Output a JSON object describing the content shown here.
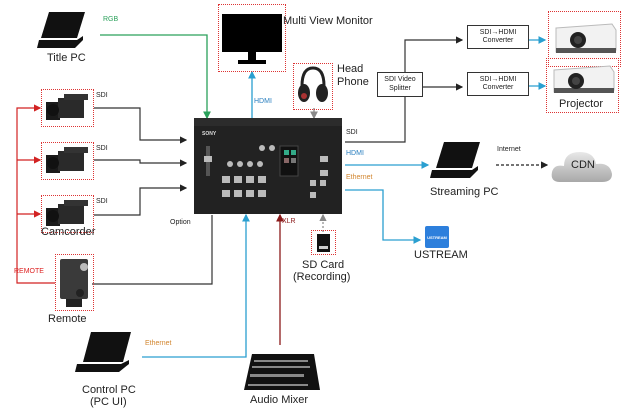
{
  "diagram": {
    "devices": {
      "title_pc": "Title PC",
      "multi_view_monitor": "Multi View Monitor",
      "head_phone_line1": "Head",
      "head_phone_line2": "Phone",
      "sdi_video_splitter_line1": "SDI Video",
      "sdi_video_splitter_line2": "Splitter",
      "converter_1_line1": "SDI→HDMI",
      "converter_1_line2": "Converter",
      "converter_2_line1": "SDI→HDMI",
      "converter_2_line2": "Converter",
      "projector": "Projector",
      "camcorder": "Camcorder",
      "remote": "Remote",
      "streaming_pc": "Streaming PC",
      "cdn": "CDN",
      "ustream": "USTREAM",
      "ustream_logo": "USTREAM",
      "sd_card_line1": "SD Card",
      "sd_card_line2": "(Recording)",
      "control_pc_line1": "Control PC",
      "control_pc_line2": "(PC UI)",
      "audio_mixer": "Audio Mixer",
      "switcher_brand": "SONY"
    },
    "connections": {
      "rgb": "RGB",
      "hdmi_monitor": "HDMI",
      "sdi_cam1": "SDI",
      "sdi_cam2": "SDI",
      "sdi_cam3": "SDI",
      "sdi_out": "SDI",
      "hdmi_out": "HDMI",
      "ethernet_out": "Ethernet",
      "internet": "Internet",
      "option": "Option",
      "remote": "REMOTE",
      "xlr": "XLR",
      "ethernet_control": "Ethernet"
    },
    "colors": {
      "rgb_line": "#2aa05a",
      "hdmi_line": "#2a9fd0",
      "ethernet_label": "#d2862f",
      "remote_line": "#d22222",
      "xlr_line": "#8b1a1a",
      "sdi_line": "#333333",
      "highlight_border": "#dd3333"
    }
  }
}
